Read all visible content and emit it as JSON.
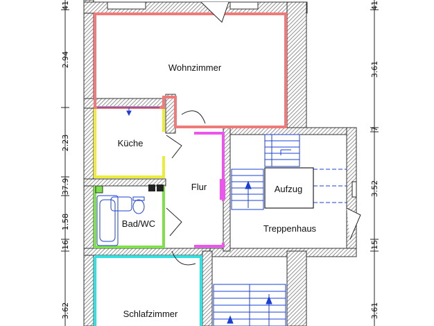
{
  "rooms": {
    "wohnzimmer": "Wohnzimmer",
    "kueche": "Küche",
    "flur": "Flur",
    "aufzug": "Aufzug",
    "bad": "Bad/WC",
    "treppenhaus": "Treppenhaus",
    "schlafzimmer": "Schlafzimmer"
  },
  "left_dimensions": [
    "41",
    "2.94",
    "2.23",
    "37.9",
    "1.58",
    "16",
    "3.62"
  ],
  "right_dimensions": [
    "41",
    "3.61",
    "7",
    "3.52",
    "15",
    "3.61"
  ],
  "colors": {
    "wohnzimmer": "#f07a7a",
    "kueche": "#ecec3c",
    "flur": "#ee55ee",
    "bad": "#7ee04a",
    "schlafzimmer": "#2fe0e0",
    "wall_hatch": "#7a7a7a",
    "stair": "#1a3fd8"
  }
}
